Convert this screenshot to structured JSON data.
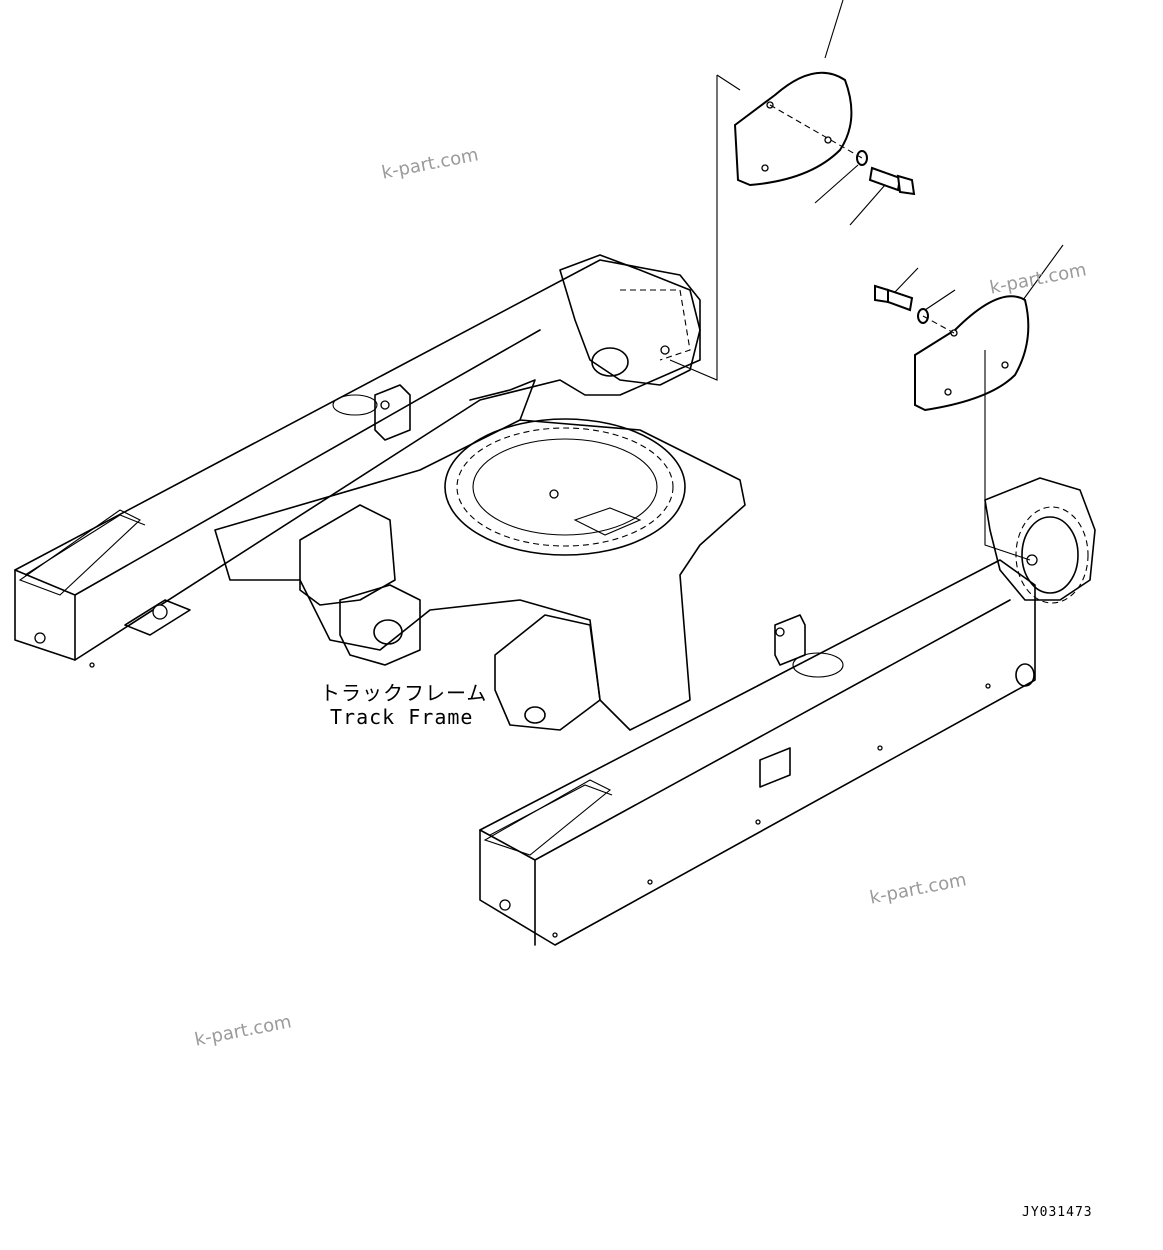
{
  "label": {
    "japanese": "トラックフレーム",
    "english": "Track Frame"
  },
  "watermarks": [
    "k-part.com",
    "k-part.com",
    "k-part.com",
    "k-part.com"
  ],
  "drawing_code": "JY031473"
}
